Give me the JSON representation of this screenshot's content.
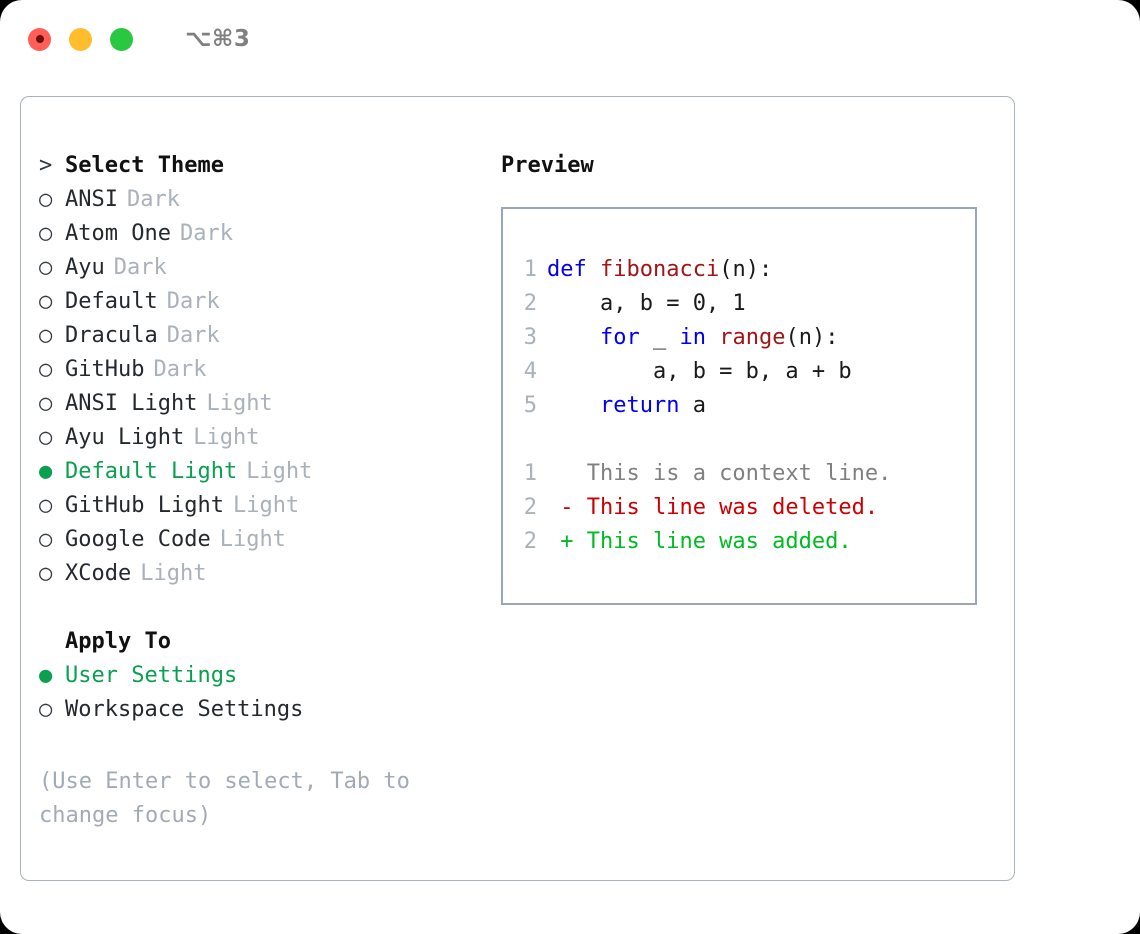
{
  "titlebar": {
    "shortcut": "⌥⌘3",
    "buttons": [
      {
        "name": "close",
        "color": "#ff5f57"
      },
      {
        "name": "minimize",
        "color": "#ffbd2e"
      },
      {
        "name": "maximize",
        "color": "#28c840"
      }
    ]
  },
  "theme_picker": {
    "header_marker": ">",
    "header": "Select Theme",
    "items": [
      {
        "marker": "○",
        "label": "ANSI",
        "suffix": "Dark",
        "selected": false
      },
      {
        "marker": "○",
        "label": "Atom One",
        "suffix": "Dark",
        "selected": false
      },
      {
        "marker": "○",
        "label": "Ayu",
        "suffix": "Dark",
        "selected": false
      },
      {
        "marker": "○",
        "label": "Default",
        "suffix": "Dark",
        "selected": false
      },
      {
        "marker": "○",
        "label": "Dracula",
        "suffix": "Dark",
        "selected": false
      },
      {
        "marker": "○",
        "label": "GitHub",
        "suffix": "Dark",
        "selected": false
      },
      {
        "marker": "○",
        "label": "ANSI Light",
        "suffix": "Light",
        "selected": false
      },
      {
        "marker": "○",
        "label": "Ayu Light",
        "suffix": "Light",
        "selected": false
      },
      {
        "marker": "●",
        "label": "Default Light",
        "suffix": "Light",
        "selected": true
      },
      {
        "marker": "○",
        "label": "GitHub Light",
        "suffix": "Light",
        "selected": false
      },
      {
        "marker": "○",
        "label": "Google Code",
        "suffix": "Light",
        "selected": false
      },
      {
        "marker": "○",
        "label": "XCode",
        "suffix": "Light",
        "selected": false
      }
    ]
  },
  "apply_to": {
    "header": "Apply To",
    "items": [
      {
        "marker": "●",
        "label": "User Settings",
        "selected": true
      },
      {
        "marker": "○",
        "label": "Workspace Settings",
        "selected": false
      }
    ]
  },
  "hint": "(Use Enter to select, Tab to change focus)",
  "preview": {
    "title": "Preview",
    "code_lines": [
      {
        "num": "1",
        "tokens": [
          {
            "text": "def ",
            "type": "kw"
          },
          {
            "text": "fibonacci",
            "type": "fn"
          },
          {
            "text": "(n):",
            "type": "plain"
          }
        ]
      },
      {
        "num": "2",
        "tokens": [
          {
            "text": "    a, b = 0, 1",
            "type": "plain"
          }
        ]
      },
      {
        "num": "3",
        "tokens": [
          {
            "text": "    ",
            "type": "plain"
          },
          {
            "text": "for",
            "type": "kw"
          },
          {
            "text": " _ ",
            "type": "plain"
          },
          {
            "text": "in",
            "type": "kw"
          },
          {
            "text": " ",
            "type": "plain"
          },
          {
            "text": "range",
            "type": "fn"
          },
          {
            "text": "(n):",
            "type": "plain"
          }
        ]
      },
      {
        "num": "4",
        "tokens": [
          {
            "text": "        a, b = b, a + b",
            "type": "plain"
          }
        ]
      },
      {
        "num": "5",
        "tokens": [
          {
            "text": "    ",
            "type": "plain"
          },
          {
            "text": "return",
            "type": "kw"
          },
          {
            "text": " a",
            "type": "plain"
          }
        ]
      }
    ],
    "diff_lines": [
      {
        "num": "1",
        "tokens": [
          {
            "text": "   This is a context line.",
            "type": "ctx"
          }
        ]
      },
      {
        "num": "2",
        "tokens": [
          {
            "text": " - This line was deleted.",
            "type": "del"
          }
        ]
      },
      {
        "num": "2",
        "tokens": [
          {
            "text": " + This line was added.",
            "type": "add"
          }
        ]
      }
    ]
  },
  "colors": {
    "selected_green": "#0aa050",
    "added_green": "#00bb22",
    "deleted_red": "#cc0000",
    "keyword_blue": "#0000ee",
    "function_red": "#a31515",
    "muted_gray": "#a9b1ba",
    "border": "#aab3c0"
  }
}
